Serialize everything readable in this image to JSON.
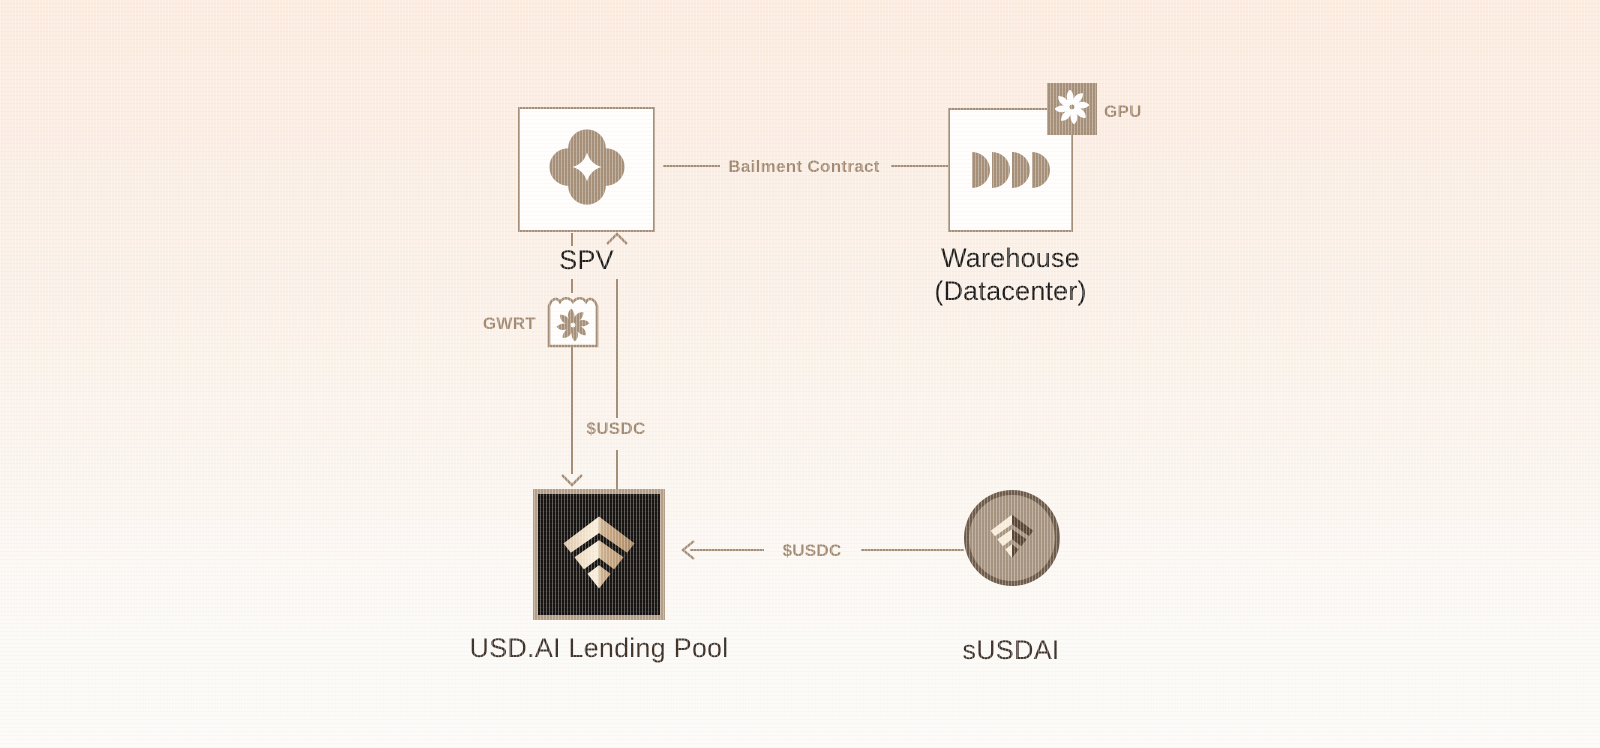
{
  "diagram": {
    "nodes": {
      "spv": {
        "label": "SPV"
      },
      "warehouse": {
        "label": "Warehouse",
        "sublabel": "(Datacenter)"
      },
      "gpu_badge": {
        "label": "GPU"
      },
      "gwrt": {
        "label": "GWRT"
      },
      "lending_pool": {
        "label": "USD.AI Lending Pool"
      },
      "susdai": {
        "label": "sUSDAI"
      }
    },
    "edges": {
      "bailment": {
        "label": "Bailment Contract"
      },
      "spv_to_pool": {
        "label": "$USDC"
      },
      "susdai_to_pool": {
        "label": "$USDC"
      }
    },
    "colors": {
      "background_top": "#fcebdf",
      "background_bottom": "#fcfbf8",
      "line": "#a58e77",
      "icon_brown": "#a68f78",
      "label_brown": "#a28a72",
      "dark_text": "#1d1c1a",
      "brown_text": "#3f332a",
      "pool_border": "#b39e88",
      "pool_background": "#161310",
      "coin_ring": "#6d5a49",
      "coin_fill": "#a6937f",
      "logo_cream": "#f7ecda",
      "logo_dark": "#584534"
    }
  }
}
